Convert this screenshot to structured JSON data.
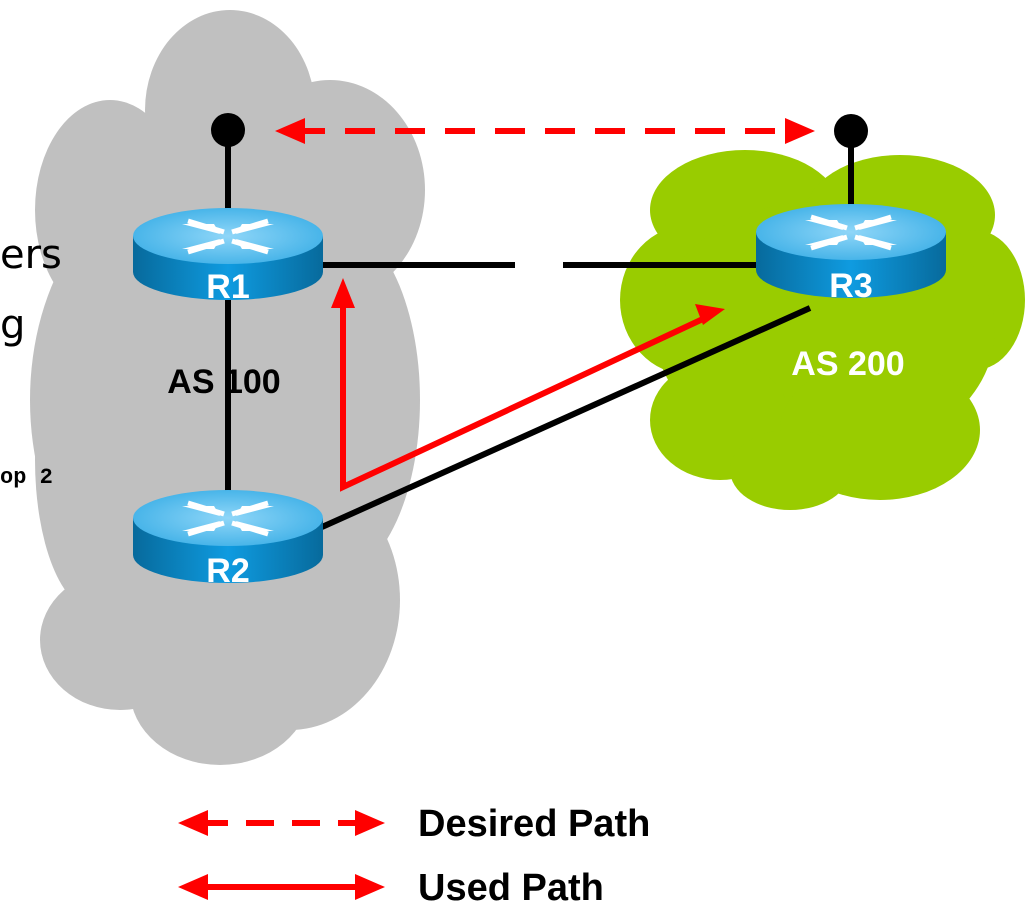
{
  "side_text": {
    "line1": "ers",
    "line2": "g",
    "code": "op 2"
  },
  "as_left": {
    "label": "AS 100",
    "color": "#c0c0c0"
  },
  "as_right": {
    "label": "AS 200",
    "color": "#99cc00"
  },
  "routers": {
    "r1": "R1",
    "r2": "R2",
    "r3": "R3"
  },
  "legend": {
    "desired": "Desired Path",
    "used": "Used Path"
  },
  "colors": {
    "path": "#ff0000",
    "router_body": "#0b8fd1",
    "router_top": "#5fbff0",
    "link": "#000000"
  }
}
